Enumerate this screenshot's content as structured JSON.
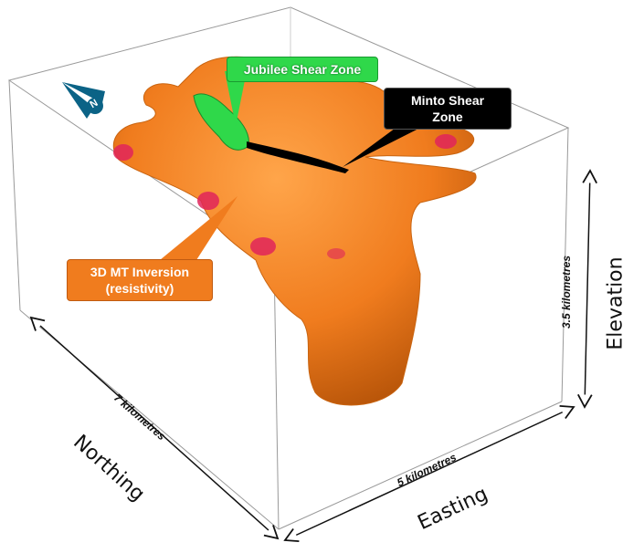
{
  "callouts": {
    "jubilee": "Jubilee Shear Zone",
    "minto_line1": "Minto Shear",
    "minto_line2": "Zone",
    "mt_line1": "3D MT Inversion",
    "mt_line2": "(resistivity)"
  },
  "axes": {
    "northing": "Northing",
    "easting": "Easting",
    "elevation": "Elevation",
    "northing_dim": "7 kilometres",
    "easting_dim": "5 kilometres",
    "elevation_dim": "3.5 kilometres"
  },
  "north_arrow_letter": "N",
  "colors": {
    "body": "#f07c1e",
    "jubilee": "#2fd84a",
    "minto": "#000000",
    "north": "#0b6386",
    "callout_mt": "#f07c1e"
  }
}
